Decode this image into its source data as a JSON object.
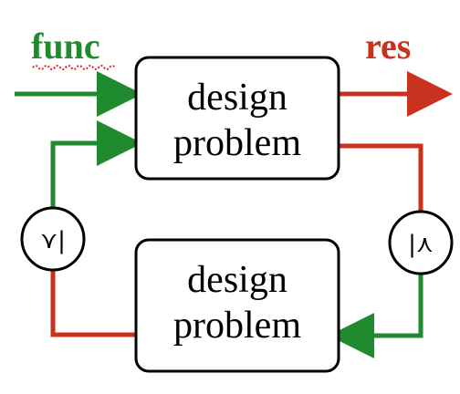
{
  "labels": {
    "func": "func",
    "res": "res"
  },
  "boxes": {
    "top": {
      "line1": "design",
      "line2": "problem"
    },
    "bottom": {
      "line1": "design",
      "line2": "problem"
    }
  },
  "circles": {
    "left": "⋎|",
    "right": "|⋏"
  },
  "colors": {
    "functionality": "#1f8a2e",
    "resources": "#c8321e",
    "squiggle": "#e0281e",
    "stroke": "#000000"
  }
}
